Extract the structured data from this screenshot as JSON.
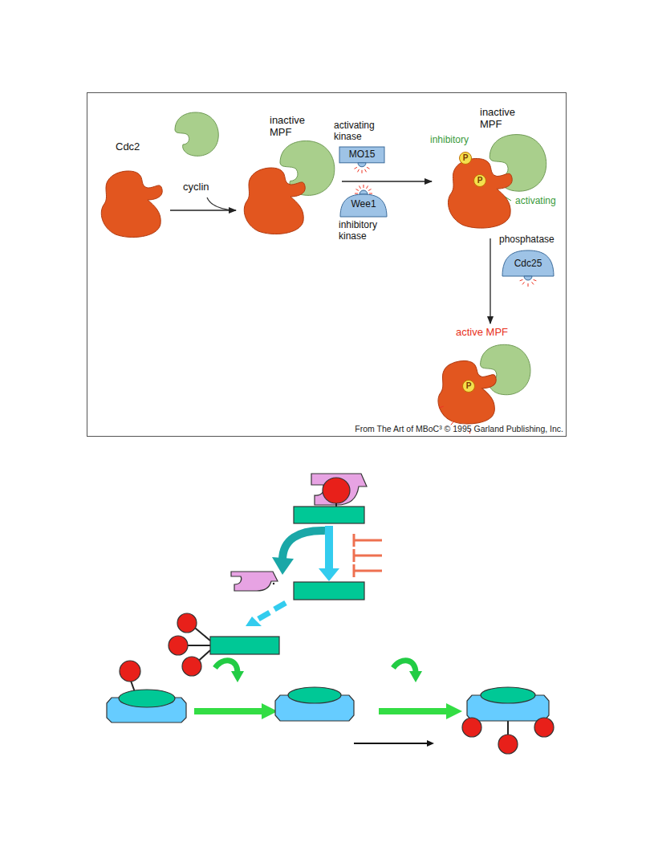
{
  "diagram": {
    "nodes": [
      {
        "text": [
          "Cdc2"
        ]
      },
      {
        "text": [
          "cyclin"
        ]
      },
      {
        "text": [
          "inactive MPF"
        ]
      },
      {
        "text": [
          "activating kinase",
          "MO15"
        ]
      },
      {
        "text": [
          "Wee1",
          "inhibitory kinase"
        ]
      },
      {
        "text": [
          "inactive MPF"
        ]
      },
      {
        "text": [
          "P"
        ],
        "in": 5
      },
      {
        "text": [
          "P"
        ],
        "in": 5
      },
      {
        "text": [
          "phosphatase",
          "Cdc25"
        ]
      },
      {
        "text": [
          "active MPF"
        ]
      },
      {
        "text": [
          "P"
        ],
        "in": 9
      }
    ],
    "edges": [
      {
        "from": 0,
        "to": 2,
        "arrow": "to"
      },
      {
        "from": 2,
        "to": 5,
        "arrow": "to"
      },
      {
        "from": 5,
        "to": 9,
        "arrow": "to"
      }
    ],
    "labels": [
      "inhibitory",
      "activating",
      "From The Art of MBoC³ © 1995 Garland Publishing, Inc."
    ]
  }
}
